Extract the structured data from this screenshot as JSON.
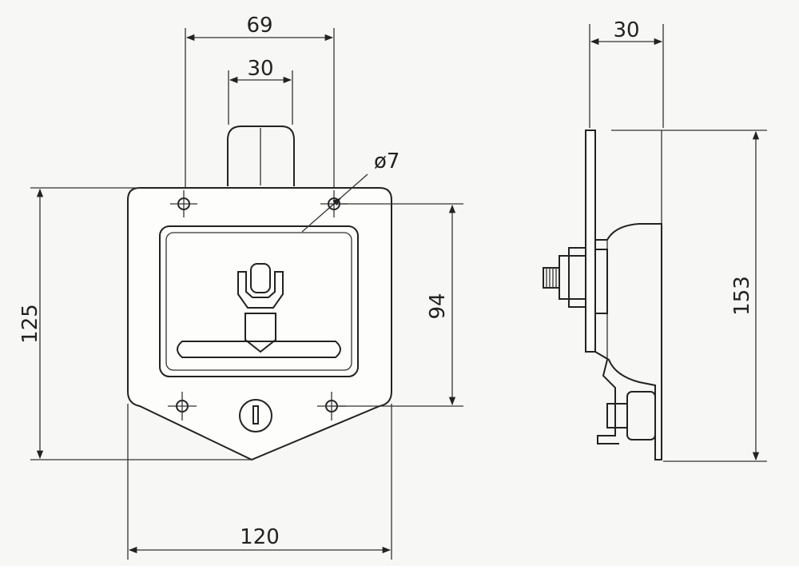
{
  "drawing": {
    "front_view": {
      "dimensions": {
        "overall_top_width": "69",
        "handle_width": "30",
        "hole_diameter": "ø7",
        "height_left": "125",
        "hole_spacing_vertical": "94",
        "overall_width": "120"
      }
    },
    "side_view": {
      "dimensions": {
        "depth": "30",
        "overall_height": "153"
      }
    },
    "colors": {
      "line": "#222222",
      "paper": "#f7f7f5"
    }
  }
}
